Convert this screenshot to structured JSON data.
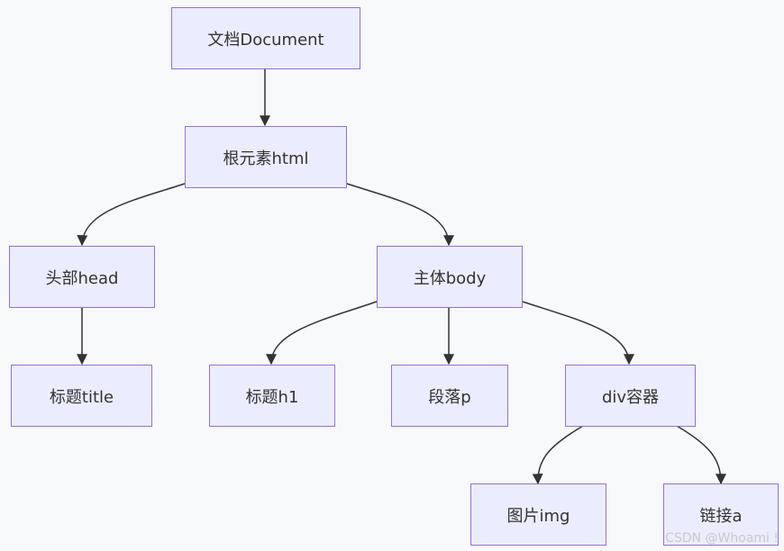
{
  "colors": {
    "background": "#f8f9fb",
    "node_fill": "#ececff",
    "node_border": "#9370db",
    "edge": "#333333",
    "text": "#333333",
    "watermark": "#c9c9c9"
  },
  "nodes": {
    "document": "文档Document",
    "html": "根元素html",
    "head": "头部head",
    "body": "主体body",
    "title": "标题title",
    "h1": "标题h1",
    "p": "段落p",
    "div": "div容器",
    "img": "图片img",
    "a": "链接a"
  },
  "edges": [
    [
      "document",
      "html"
    ],
    [
      "html",
      "head"
    ],
    [
      "html",
      "body"
    ],
    [
      "head",
      "title"
    ],
    [
      "body",
      "h1"
    ],
    [
      "body",
      "p"
    ],
    [
      "body",
      "div"
    ],
    [
      "div",
      "img"
    ],
    [
      "div",
      "a"
    ]
  ],
  "watermark": "CSDN @Whoami !"
}
